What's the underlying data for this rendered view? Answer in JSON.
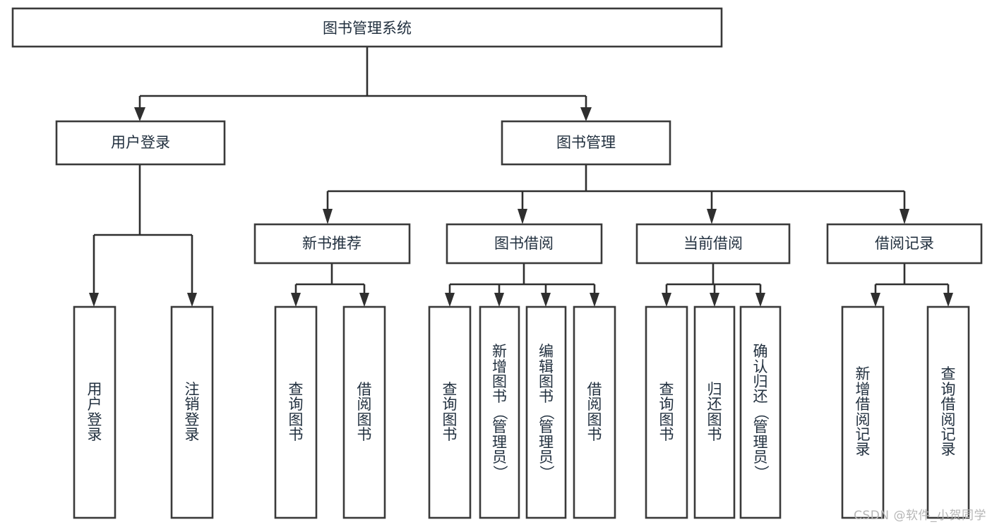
{
  "diagram": {
    "type": "tree-hierarchy-flowchart",
    "title": "图书管理系统",
    "watermark": "CSDN @软件_小贺同学",
    "colors": {
      "box_stroke": "#3a3a3a",
      "box_fill": "#ffffff",
      "connector": "#2f2f2f",
      "text": "#22303f",
      "watermark": "#b6b6b6",
      "background": "#ffffff"
    },
    "root": {
      "label": "图书管理系统"
    },
    "level2": [
      {
        "label": "用户登录"
      },
      {
        "label": "图书管理"
      }
    ],
    "level3": [
      {
        "label": "新书推荐"
      },
      {
        "label": "图书借阅"
      },
      {
        "label": "当前借阅"
      },
      {
        "label": "借阅记录"
      }
    ],
    "leaves": {
      "user_login": [
        {
          "label": "用户登录"
        },
        {
          "label": "注销登录"
        }
      ],
      "new_book_recommend": [
        {
          "label": "查询图书"
        },
        {
          "label": "借阅图书"
        }
      ],
      "book_borrow": [
        {
          "label": "查询图书"
        },
        {
          "label": "新增图书（管理员）"
        },
        {
          "label": "编辑图书（管理员）"
        },
        {
          "label": "借阅图书"
        }
      ],
      "current_borrow": [
        {
          "label": "查询图书"
        },
        {
          "label": "归还图书"
        },
        {
          "label": "确认归还（管理员）"
        }
      ],
      "borrow_record": [
        {
          "label": "新增借阅记录"
        },
        {
          "label": "查询借阅记录"
        }
      ]
    }
  }
}
